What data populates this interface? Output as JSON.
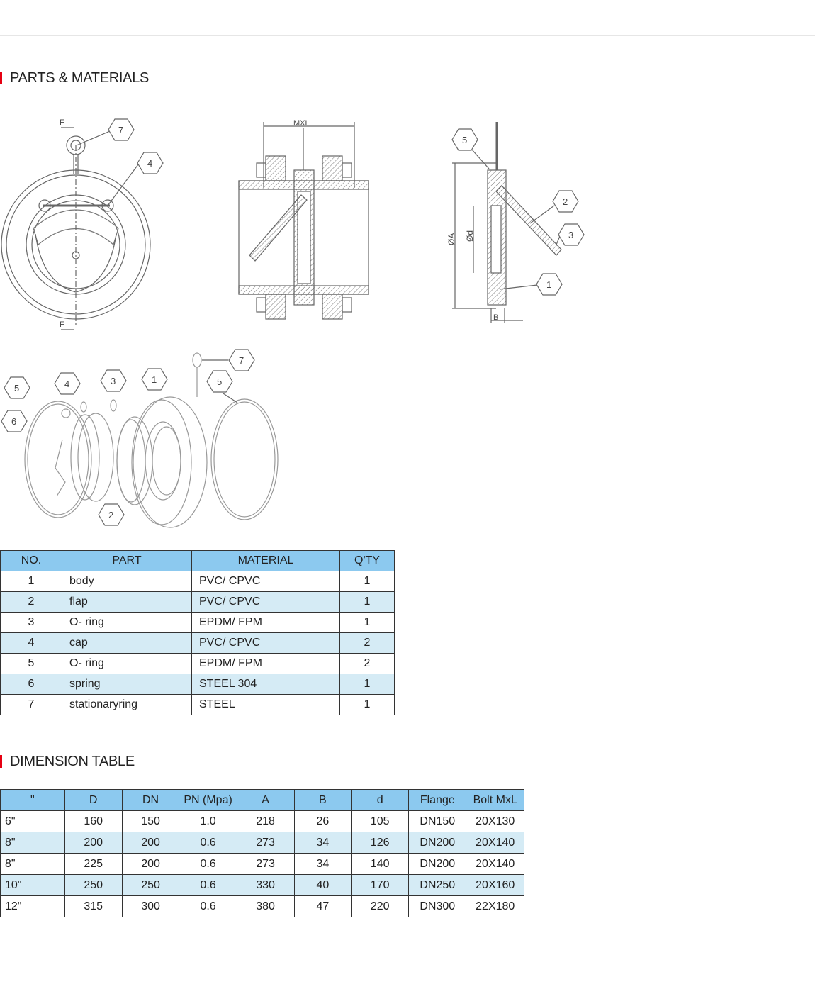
{
  "sections": {
    "parts_title": "PARTS & MATERIALS",
    "dims_title": "DIMENSION TABLE"
  },
  "diagram": {
    "labels": {
      "f": "F",
      "mxl": "MXL",
      "phi_a": "ØA",
      "phi_d": "Ød",
      "b": "B"
    },
    "callouts": [
      "1",
      "2",
      "3",
      "4",
      "5",
      "6",
      "7"
    ]
  },
  "parts_table": {
    "headers": [
      "NO.",
      "PART",
      "MATERIAL",
      "Q'TY"
    ],
    "rows": [
      [
        "1",
        "body",
        "PVC/ CPVC",
        "1"
      ],
      [
        "2",
        "flap",
        "PVC/ CPVC",
        "1"
      ],
      [
        "3",
        "O- ring",
        "EPDM/ FPM",
        "1"
      ],
      [
        "4",
        "cap",
        "PVC/ CPVC",
        "2"
      ],
      [
        "5",
        "O- ring",
        "EPDM/ FPM",
        "2"
      ],
      [
        "6",
        "spring",
        "STEEL 304",
        "1"
      ],
      [
        "7",
        "stationaryring",
        "STEEL",
        "1"
      ]
    ]
  },
  "dimension_table": {
    "headers": [
      "\"",
      "D",
      "DN",
      "PN (Mpa)",
      "A",
      "B",
      "d",
      "Flange",
      "Bolt MxL"
    ],
    "rows": [
      [
        "6\"",
        "160",
        "150",
        "1.0",
        "218",
        "26",
        "105",
        "DN150",
        "20X130"
      ],
      [
        "8\"",
        "200",
        "200",
        "0.6",
        "273",
        "34",
        "126",
        "DN200",
        "20X140"
      ],
      [
        "8\"",
        "225",
        "200",
        "0.6",
        "273",
        "34",
        "140",
        "DN200",
        "20X140"
      ],
      [
        "10\"",
        "250",
        "250",
        "0.6",
        "330",
        "40",
        "170",
        "DN250",
        "20X160"
      ],
      [
        "12\"",
        "315",
        "300",
        "0.6",
        "380",
        "47",
        "220",
        "DN300",
        "22X180"
      ]
    ]
  },
  "colors": {
    "accent": "#e60012",
    "header": "#8cc9ef",
    "alt_row": "#d5ebf5"
  }
}
